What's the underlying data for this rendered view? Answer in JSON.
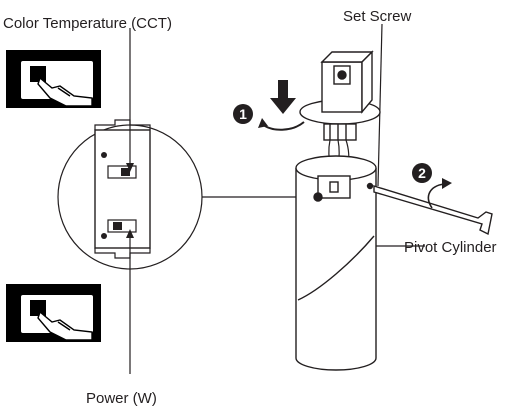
{
  "labels": {
    "cct": "Color Temperature  (CCT)",
    "power": "Power (W)",
    "set_screw": "Set Screw",
    "pivot_cylinder": "Pivot Cylinder"
  },
  "steps": [
    "1",
    "2"
  ],
  "colors": {
    "ink": "#231f20",
    "panel": "#000000",
    "background": "#ffffff"
  },
  "icons": [
    "hand-pressing-switch-icon",
    "press-down-arrow-icon",
    "rotate-arrow-icon",
    "hex-key-icon"
  ]
}
